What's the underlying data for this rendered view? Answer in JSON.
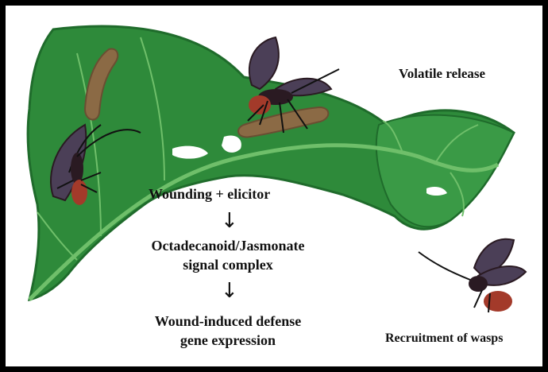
{
  "figure": {
    "volatile_label": "Volatile release",
    "recruitment_label": "Recruitment of wasps",
    "pathway": {
      "step1": "Wounding + elicitor",
      "step2_line1": "Octadecanoid/Jasmonate",
      "step2_line2": "signal complex",
      "step3_line1": "Wound-induced defense",
      "step3_line2": "gene expression"
    }
  },
  "colors": {
    "leaf": "#2e8a3a",
    "leaf_dark": "#1f6b2b",
    "vein": "#6fbf6a",
    "caterpillar": "#8b6a45",
    "wasp_body": "#2a1a22",
    "wasp_abdomen": "#a33a2a",
    "wing": "#4b3f57"
  },
  "icons": {
    "arrow_1": "down-arrow",
    "arrow_2": "down-arrow"
  }
}
